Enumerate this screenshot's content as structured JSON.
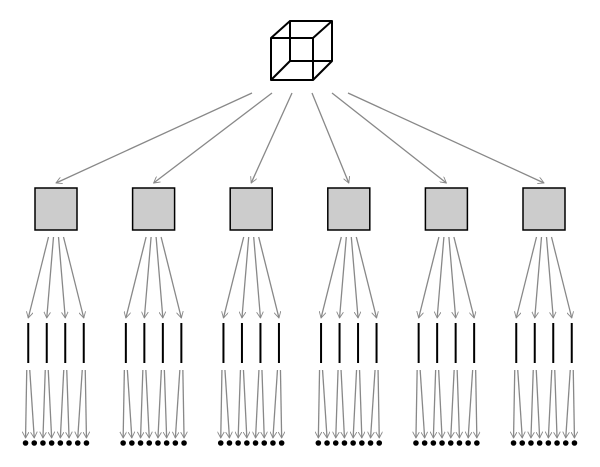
{
  "diagram": {
    "root_icon": "wireframe-cube-icon",
    "levels": {
      "faces": 6,
      "edges_per_face": 4,
      "vertices_per_edge": 2
    },
    "colors": {
      "face_fill": "#cccccc",
      "stroke": "#000000",
      "arrow": "#888888",
      "background": "#ffffff"
    }
  }
}
